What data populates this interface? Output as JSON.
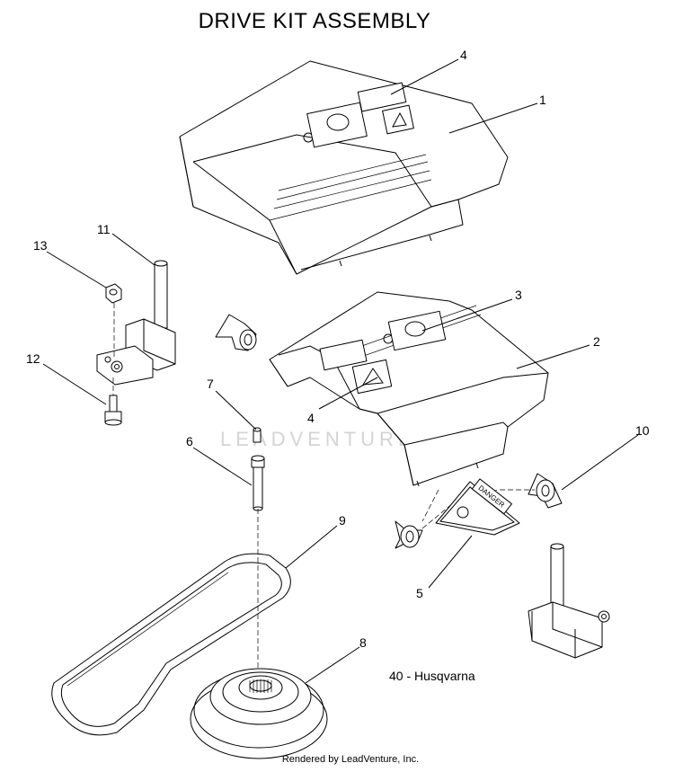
{
  "title": "DRIVE KIT ASSEMBLY",
  "model_label": "40 - Husqvarna",
  "footer": "Rendered by LeadVenture, Inc.",
  "watermark": "LEADVENTURE",
  "callouts": [
    "1",
    "2",
    "3",
    "4",
    "4",
    "5",
    "6",
    "7",
    "8",
    "9",
    "10",
    "11",
    "12",
    "13"
  ],
  "decal_text": "DANGER"
}
